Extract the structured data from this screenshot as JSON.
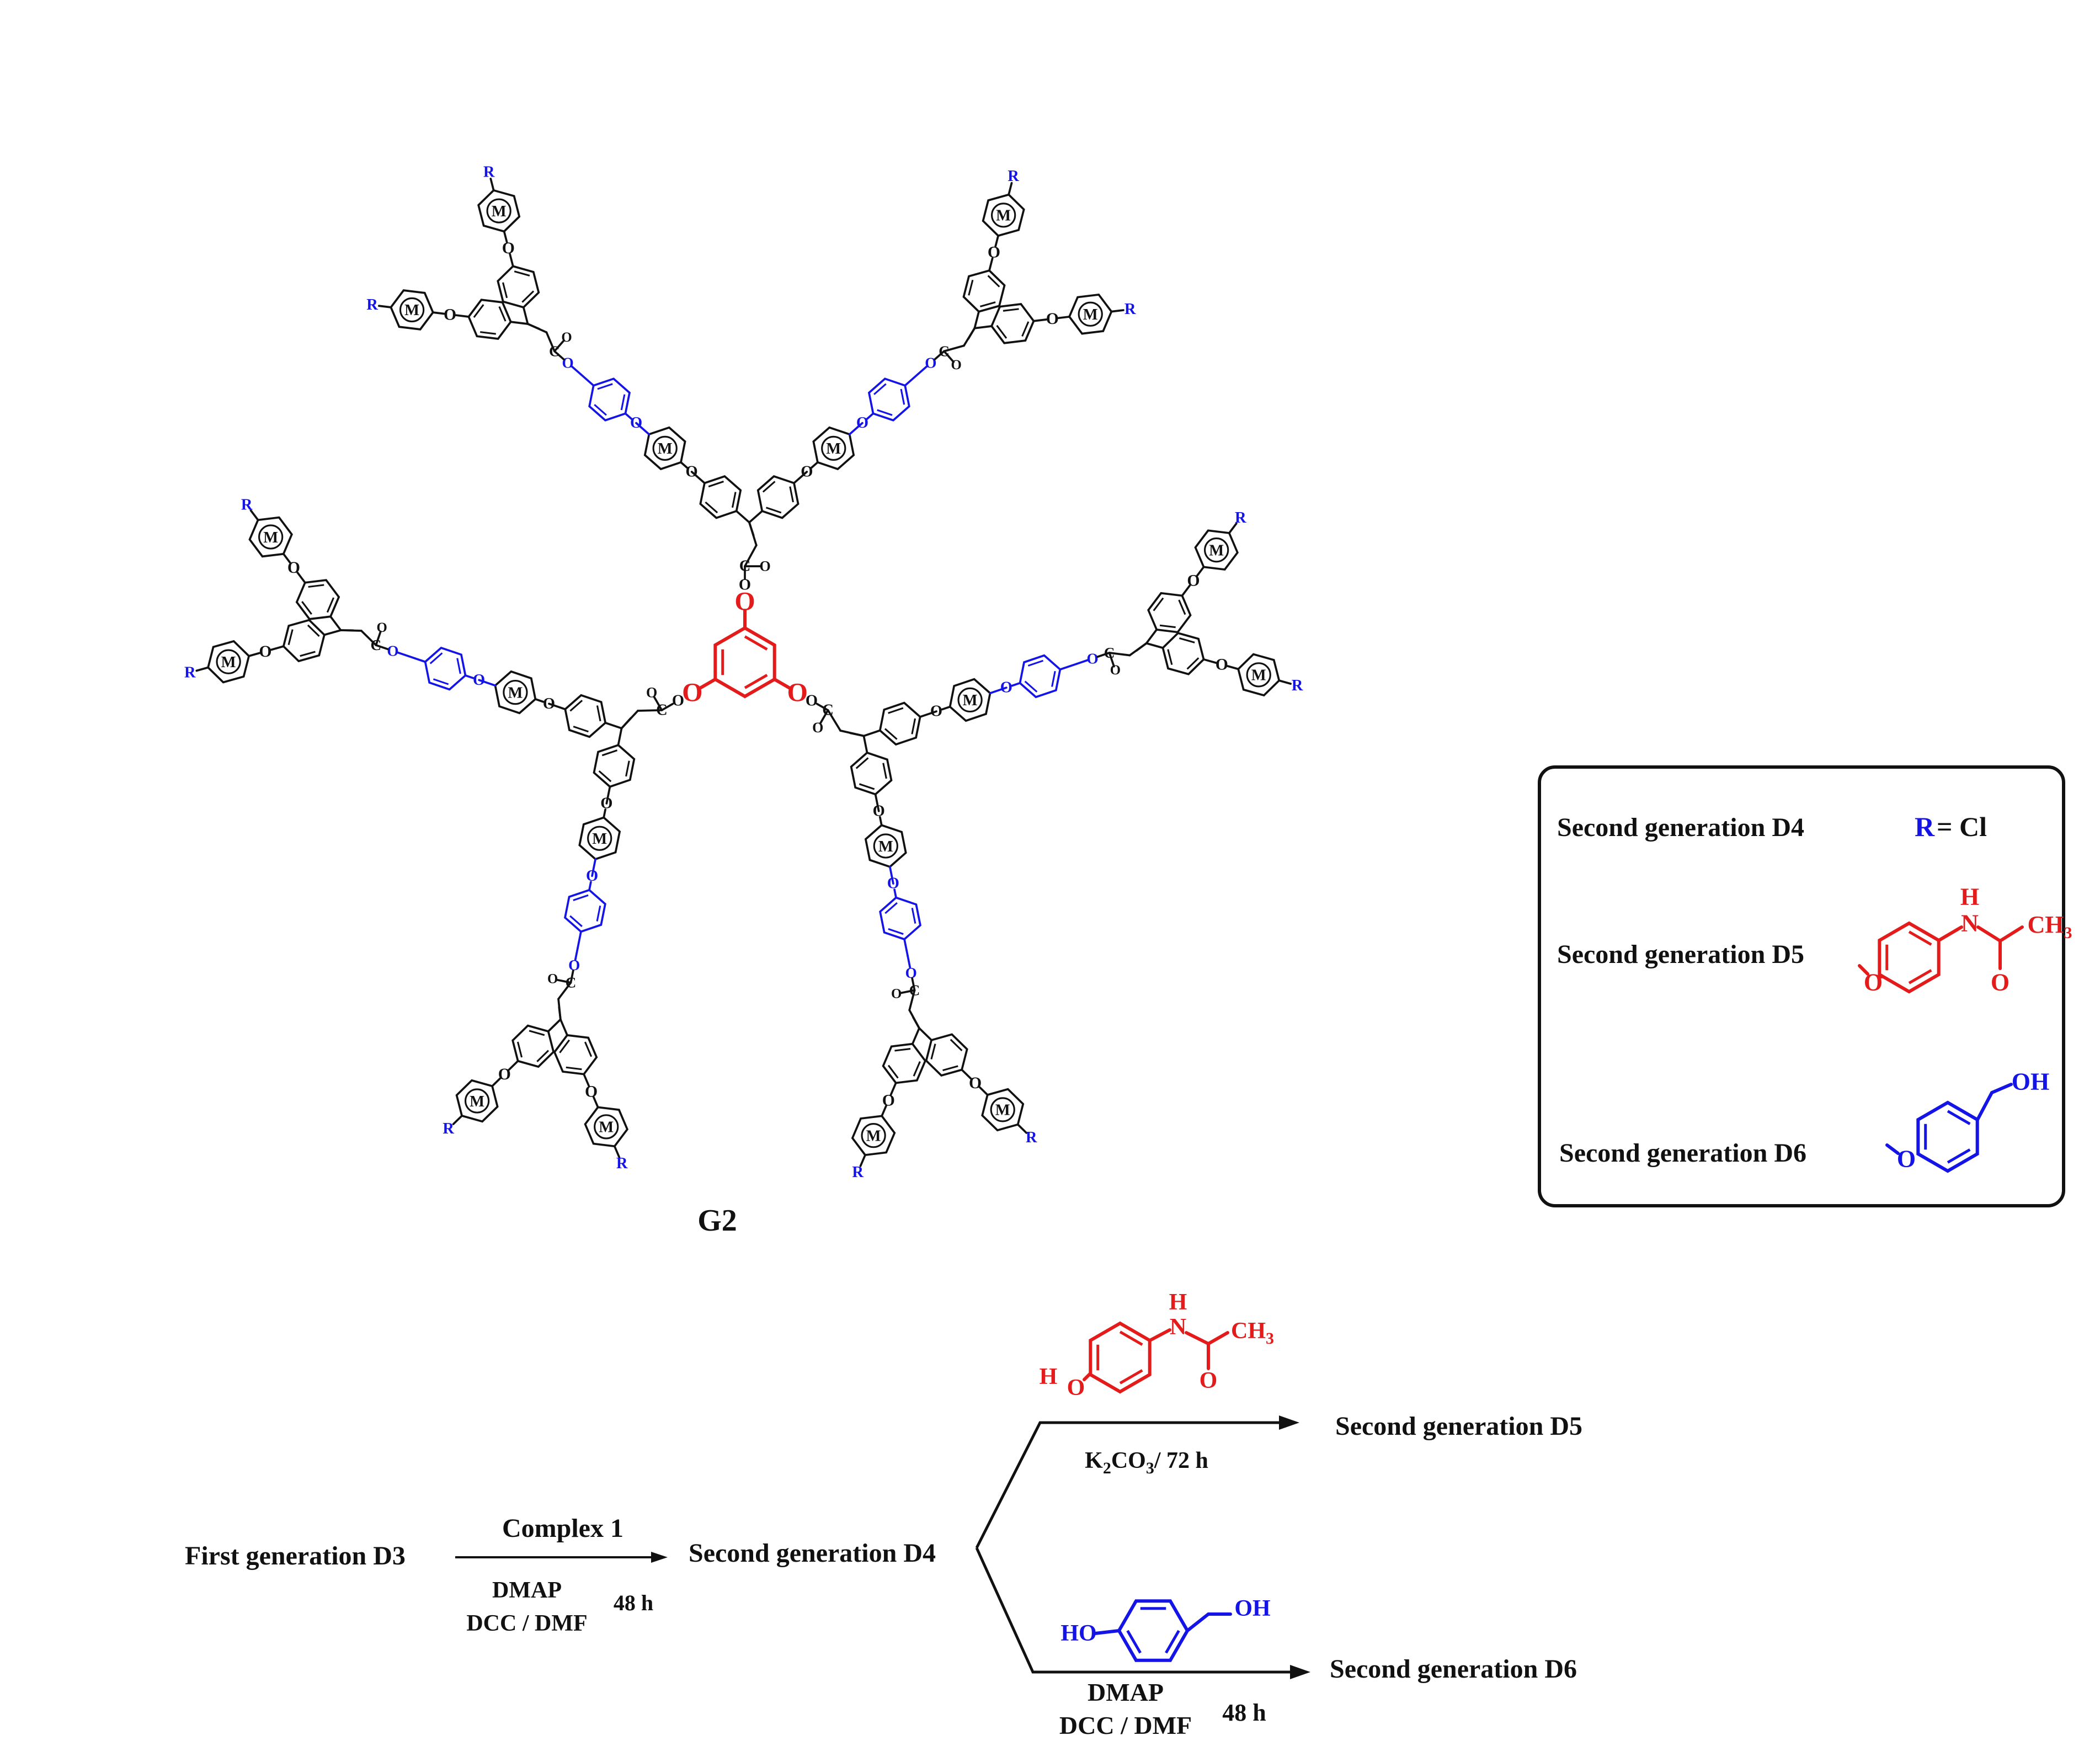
{
  "structure": {
    "title": "G2",
    "metal_label": "M",
    "substituent_label": "R",
    "oxygen_label": "O",
    "carbonyl_label": "C",
    "ester_label": "O"
  },
  "legend": {
    "row1_label": "Second generation D4",
    "row1_r_symbol": "R",
    "row1_r_value": "= Cl",
    "row2_label": "Second  generation D5",
    "row3_label": "Second  generation D6",
    "d5_atoms": {
      "h": "H",
      "n": "N",
      "o_link": "O",
      "o_carbonyl": "O",
      "ch3": "CH",
      "ch3_sub": "3"
    },
    "d6_atoms": {
      "o_link": "O",
      "oh": "OH"
    }
  },
  "scheme": {
    "start": "First generation D3",
    "step1_above": "Complex 1",
    "step1_below_line1": "DMAP",
    "step1_below_line2": "DCC / DMF",
    "step1_time": "48 h",
    "product1": "Second generation D4",
    "upper_reagent_atoms": {
      "h": "H",
      "o": "O",
      "nh": "H",
      "n": "N",
      "o_carbonyl": "O",
      "ch3": "CH",
      "ch3_sub": "3"
    },
    "upper_conditions_pre": "K",
    "upper_conditions_sub1": "2",
    "upper_conditions_mid": "CO",
    "upper_conditions_sub2": "3",
    "upper_conditions_post": "/ 72 h",
    "upper_product": "Second generation D5",
    "lower_reagent_atoms": {
      "ho": "HO",
      "oh": "OH"
    },
    "lower_conditions_line1": "DMAP",
    "lower_conditions_line2": "DCC / DMF",
    "lower_time": "48 h",
    "lower_product": "Second generation D6"
  },
  "colors": {
    "black": "#111111",
    "blue": "#1414e6",
    "red": "#e31b1b"
  }
}
